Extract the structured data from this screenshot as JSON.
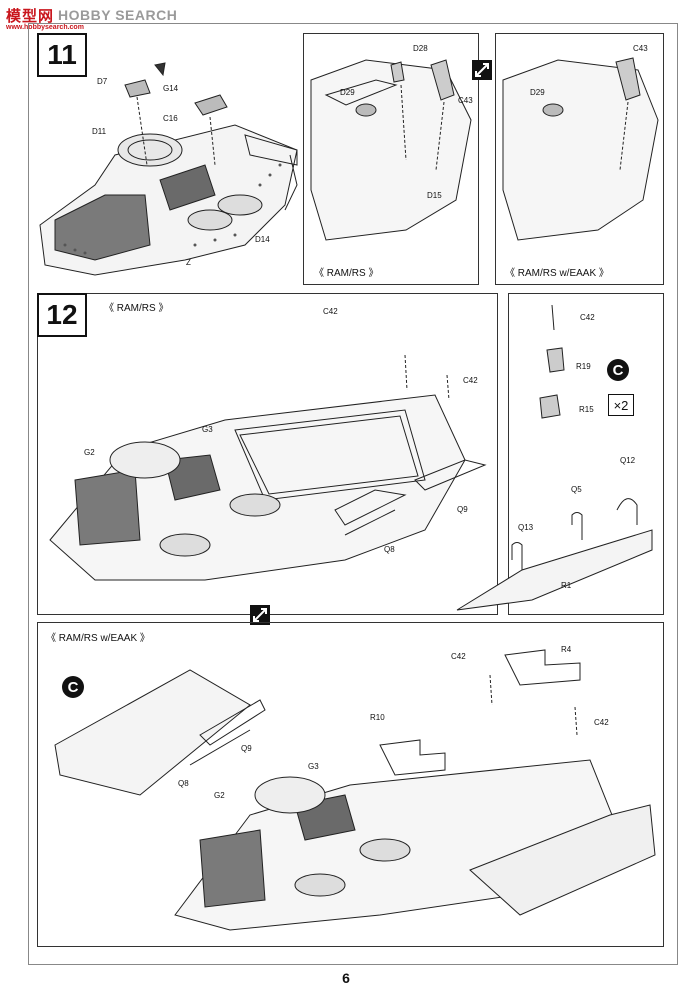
{
  "watermark": {
    "logo": "模型网",
    "site": "HOBBY SEARCH",
    "sub": "www.hobbysearch.com"
  },
  "step11": {
    "number": "11",
    "labels": {
      "d7": "D7",
      "g14": "G14",
      "c16": "C16",
      "d11": "D11",
      "d14": "D14",
      "z": "Z"
    },
    "panel_ramrs": {
      "caption": "《 RAM/RS 》",
      "d28": "D28",
      "d29": "D29",
      "c43": "C43",
      "d15": "D15"
    },
    "panel_eaak": {
      "caption": "《 RAM/RS w/EAAK 》",
      "d29": "D29",
      "c43": "C43"
    }
  },
  "step12": {
    "number": "12",
    "top": {
      "caption": "《 RAM/RS 》",
      "c42a": "C42",
      "c42b": "C42",
      "g2": "G2",
      "g3": "G3",
      "q9": "Q9",
      "q8": "Q8"
    },
    "side": {
      "c42": "C42",
      "r19": "R19",
      "r15": "R15",
      "times": "×2",
      "c": "C",
      "q12": "Q12",
      "q5": "Q5",
      "q13": "Q13",
      "r1": "R1"
    },
    "bottom": {
      "caption": "《 RAM/RS w/EAAK 》",
      "c": "C",
      "q9": "Q9",
      "q8": "Q8",
      "c42a": "C42",
      "c42b": "C42",
      "r4": "R4",
      "r10": "R10",
      "g3": "G3",
      "g2": "G2"
    }
  },
  "page_number": "6"
}
